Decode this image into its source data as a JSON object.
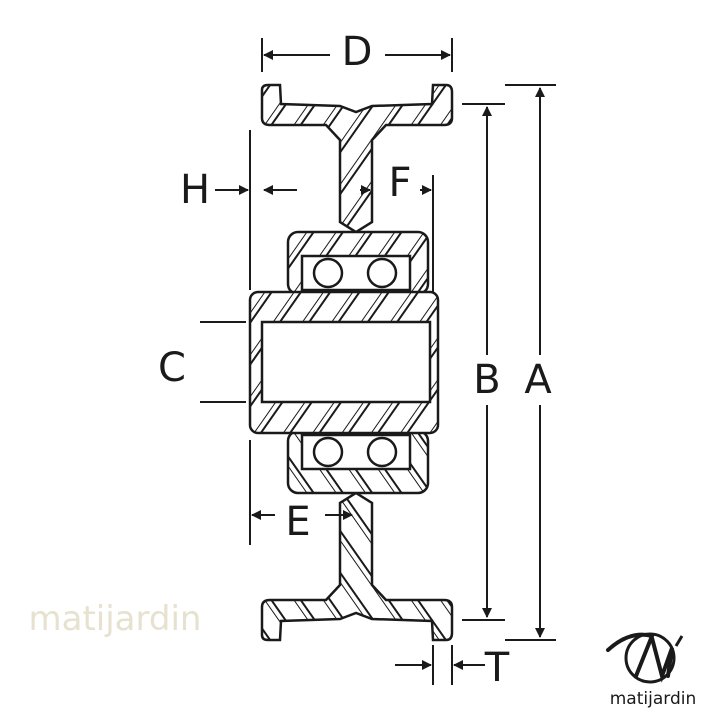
{
  "dimension_labels": {
    "D": "D",
    "H": "H",
    "F": "F",
    "C": "C",
    "B": "B",
    "A": "A",
    "E": "E",
    "T": "T"
  },
  "watermark": "matijardin",
  "logo": {
    "text": "matijardin",
    "mark": "Mi"
  },
  "colors": {
    "line": "#1a1a1a",
    "watermark": "#f3f1e6"
  }
}
